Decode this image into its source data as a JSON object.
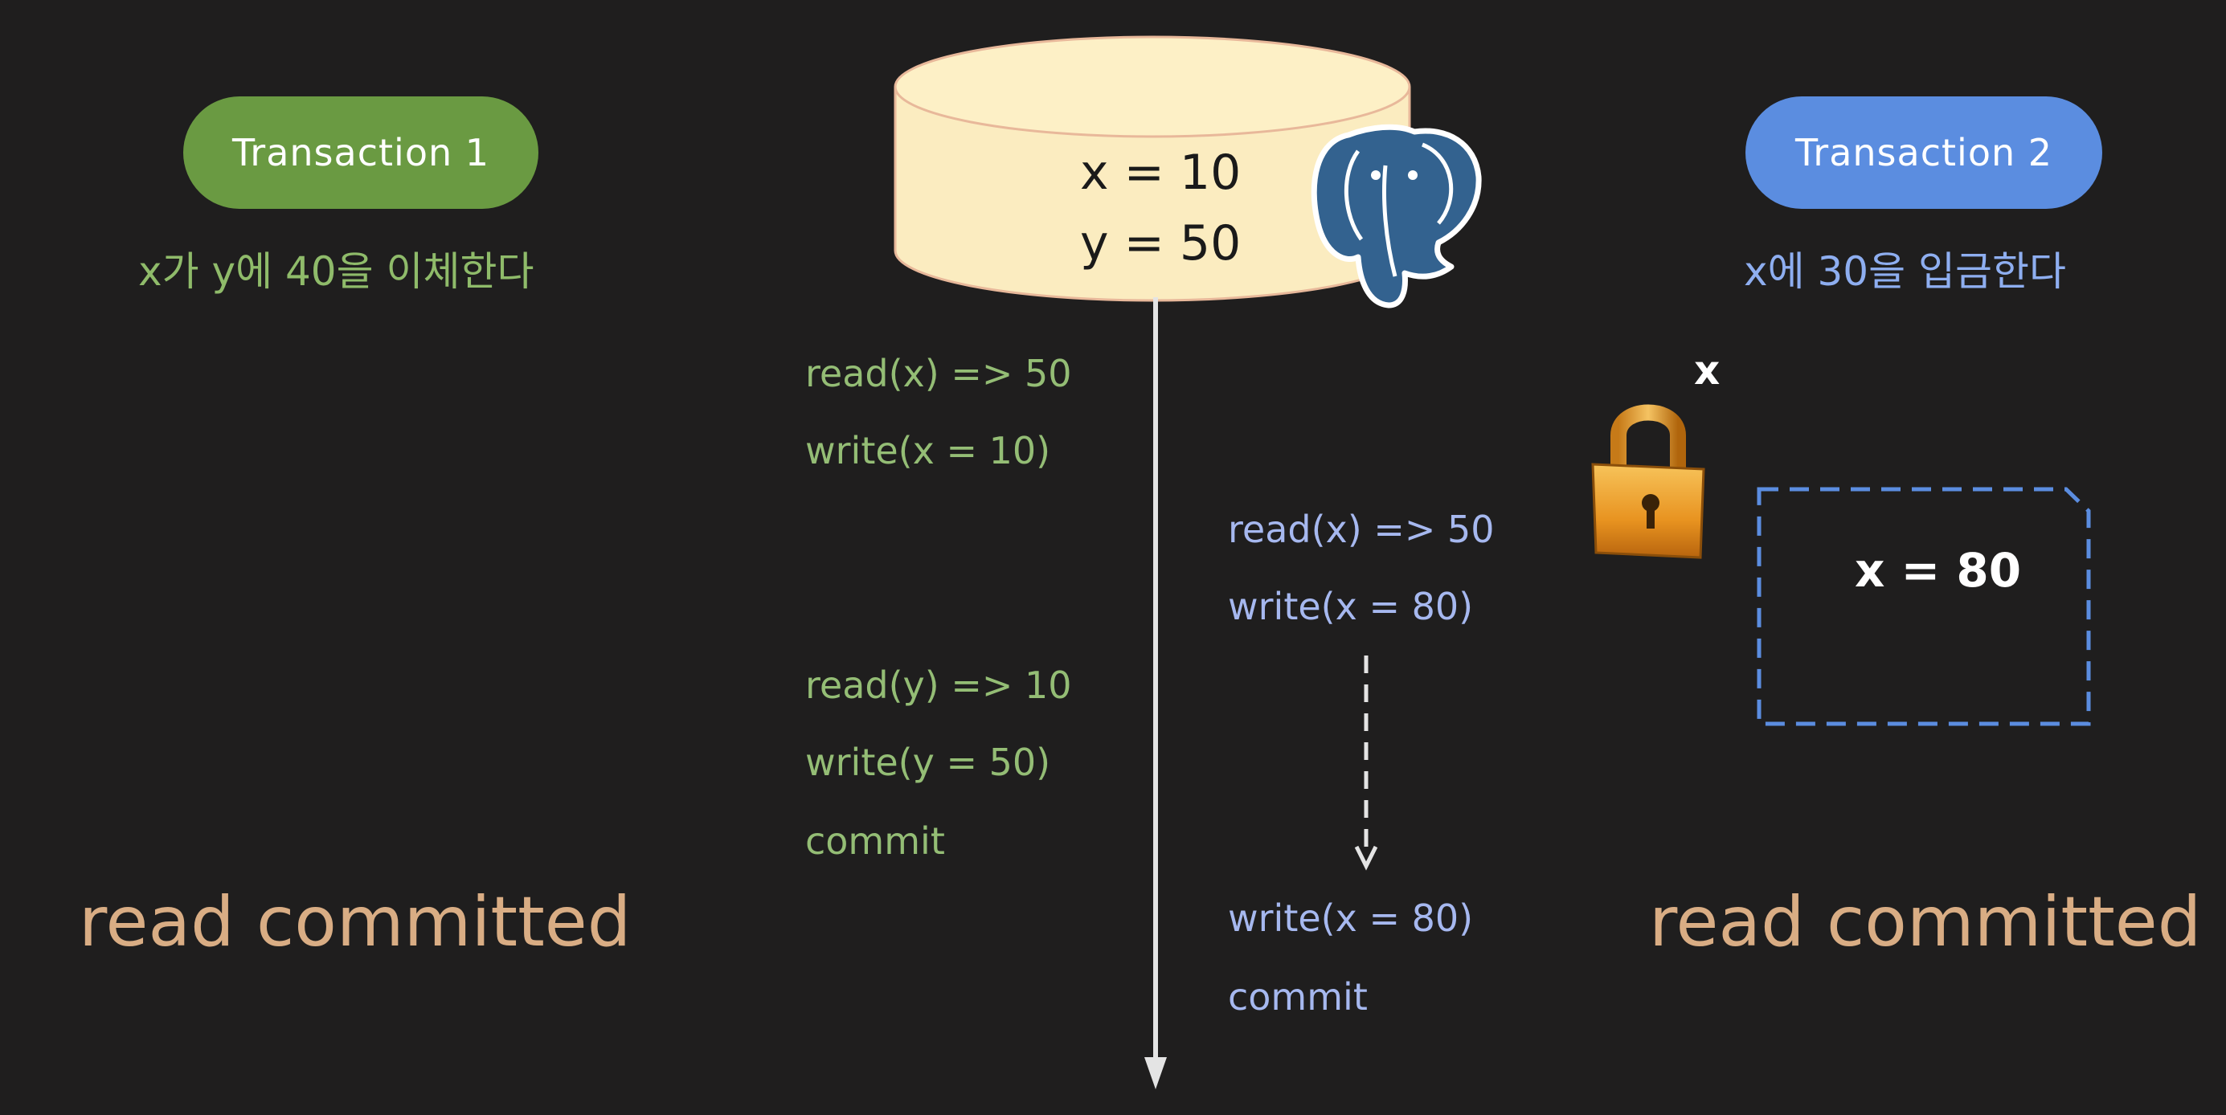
{
  "transaction1": {
    "label": "Transaction 1",
    "description": "x가 y에 40을 이체한다",
    "color": "#6a9a42",
    "operations": [
      "read(x) => 50",
      "write(x = 10)",
      "read(y) => 10",
      "write(y = 50)",
      "commit"
    ],
    "isolation_level": "read committed"
  },
  "transaction2": {
    "label": "Transaction 2",
    "description": "x에 30을 입금한다",
    "color": "#5b8de0",
    "operations": [
      "read(x) => 50",
      "write(x = 80)",
      "write(x = 80)",
      "commit"
    ],
    "isolation_level": "read committed"
  },
  "database": {
    "values": [
      "x = 10",
      "y = 50"
    ],
    "logo": "postgresql-elephant-icon",
    "color": "#fbecc0"
  },
  "lock": {
    "icon": "padlock-icon",
    "variable": "x"
  },
  "pending_write": {
    "text": "x = 80",
    "border_color": "#5b8de0"
  }
}
